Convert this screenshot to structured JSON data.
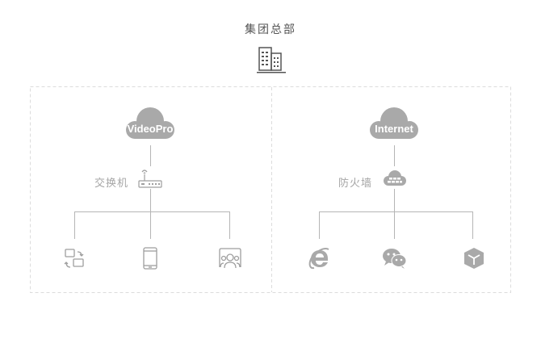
{
  "headquarters": {
    "title": "集团总部",
    "icon": "office-building-icon"
  },
  "left_group": {
    "cloud_label": "VideoPro",
    "hub_label": "交换机",
    "hub_icon": "router-switch-icon",
    "endpoints": [
      "screen-share-devices-icon",
      "mobile-phone-icon",
      "video-conference-icon"
    ]
  },
  "right_group": {
    "cloud_label": "Internet",
    "hub_label": "防火墙",
    "hub_icon": "firewall-cloud-icon",
    "endpoints": [
      "internet-explorer-icon",
      "wechat-icon",
      "cube-app-icon"
    ]
  },
  "colors": {
    "cloud_fill": "#a9a9a9",
    "line": "#b5b5b5",
    "dashed_border": "#dcdcdc",
    "icon": "#9e9e9e",
    "hq_icon": "#555555"
  }
}
